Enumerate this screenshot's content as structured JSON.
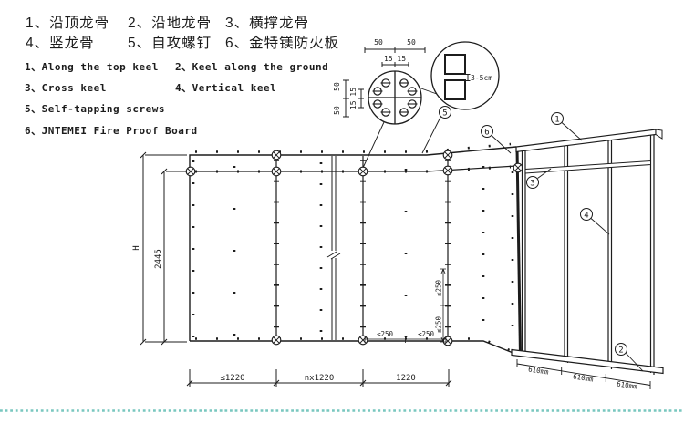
{
  "legend": {
    "cn": [
      "1、沿顶龙骨",
      "2、沿地龙骨",
      "3、横撑龙骨",
      "4、竖龙骨",
      "5、自攻螺钉",
      "6、金特镁防火板"
    ],
    "en": [
      "1、Along the top keel",
      "2、Keel along the ground",
      "3、Cross keel",
      "4、Vertical keel",
      "5、Self-tapping screws",
      "6、JNTEMEI Fire Proof Board"
    ]
  },
  "detail_screw": {
    "dim_top_a": "50",
    "dim_top_b": "50",
    "dim_top_inner": "15 15",
    "dim_left_a": "50",
    "dim_left_b": "50",
    "dim_left_inner": "15 15"
  },
  "detail_gap": {
    "label": "3-5cm"
  },
  "elevation": {
    "height_label": "H",
    "board_height": "2445",
    "span_left": "≤1220",
    "span_mid": "nx1220",
    "span_right": "1220",
    "screw_h1": "≤250",
    "screw_h2": "≤250",
    "screw_v1": "≤250",
    "screw_v2": "≤250"
  },
  "frame": {
    "d1": "610mm",
    "d2": "610mm",
    "d3": "610mm"
  },
  "callouts": {
    "c1": "1",
    "c2": "2",
    "c3": "3",
    "c4": "4",
    "c5": "5",
    "c6": "6"
  },
  "colors": {
    "ink": "#1c1c1c",
    "teal": "#79c7bf"
  }
}
